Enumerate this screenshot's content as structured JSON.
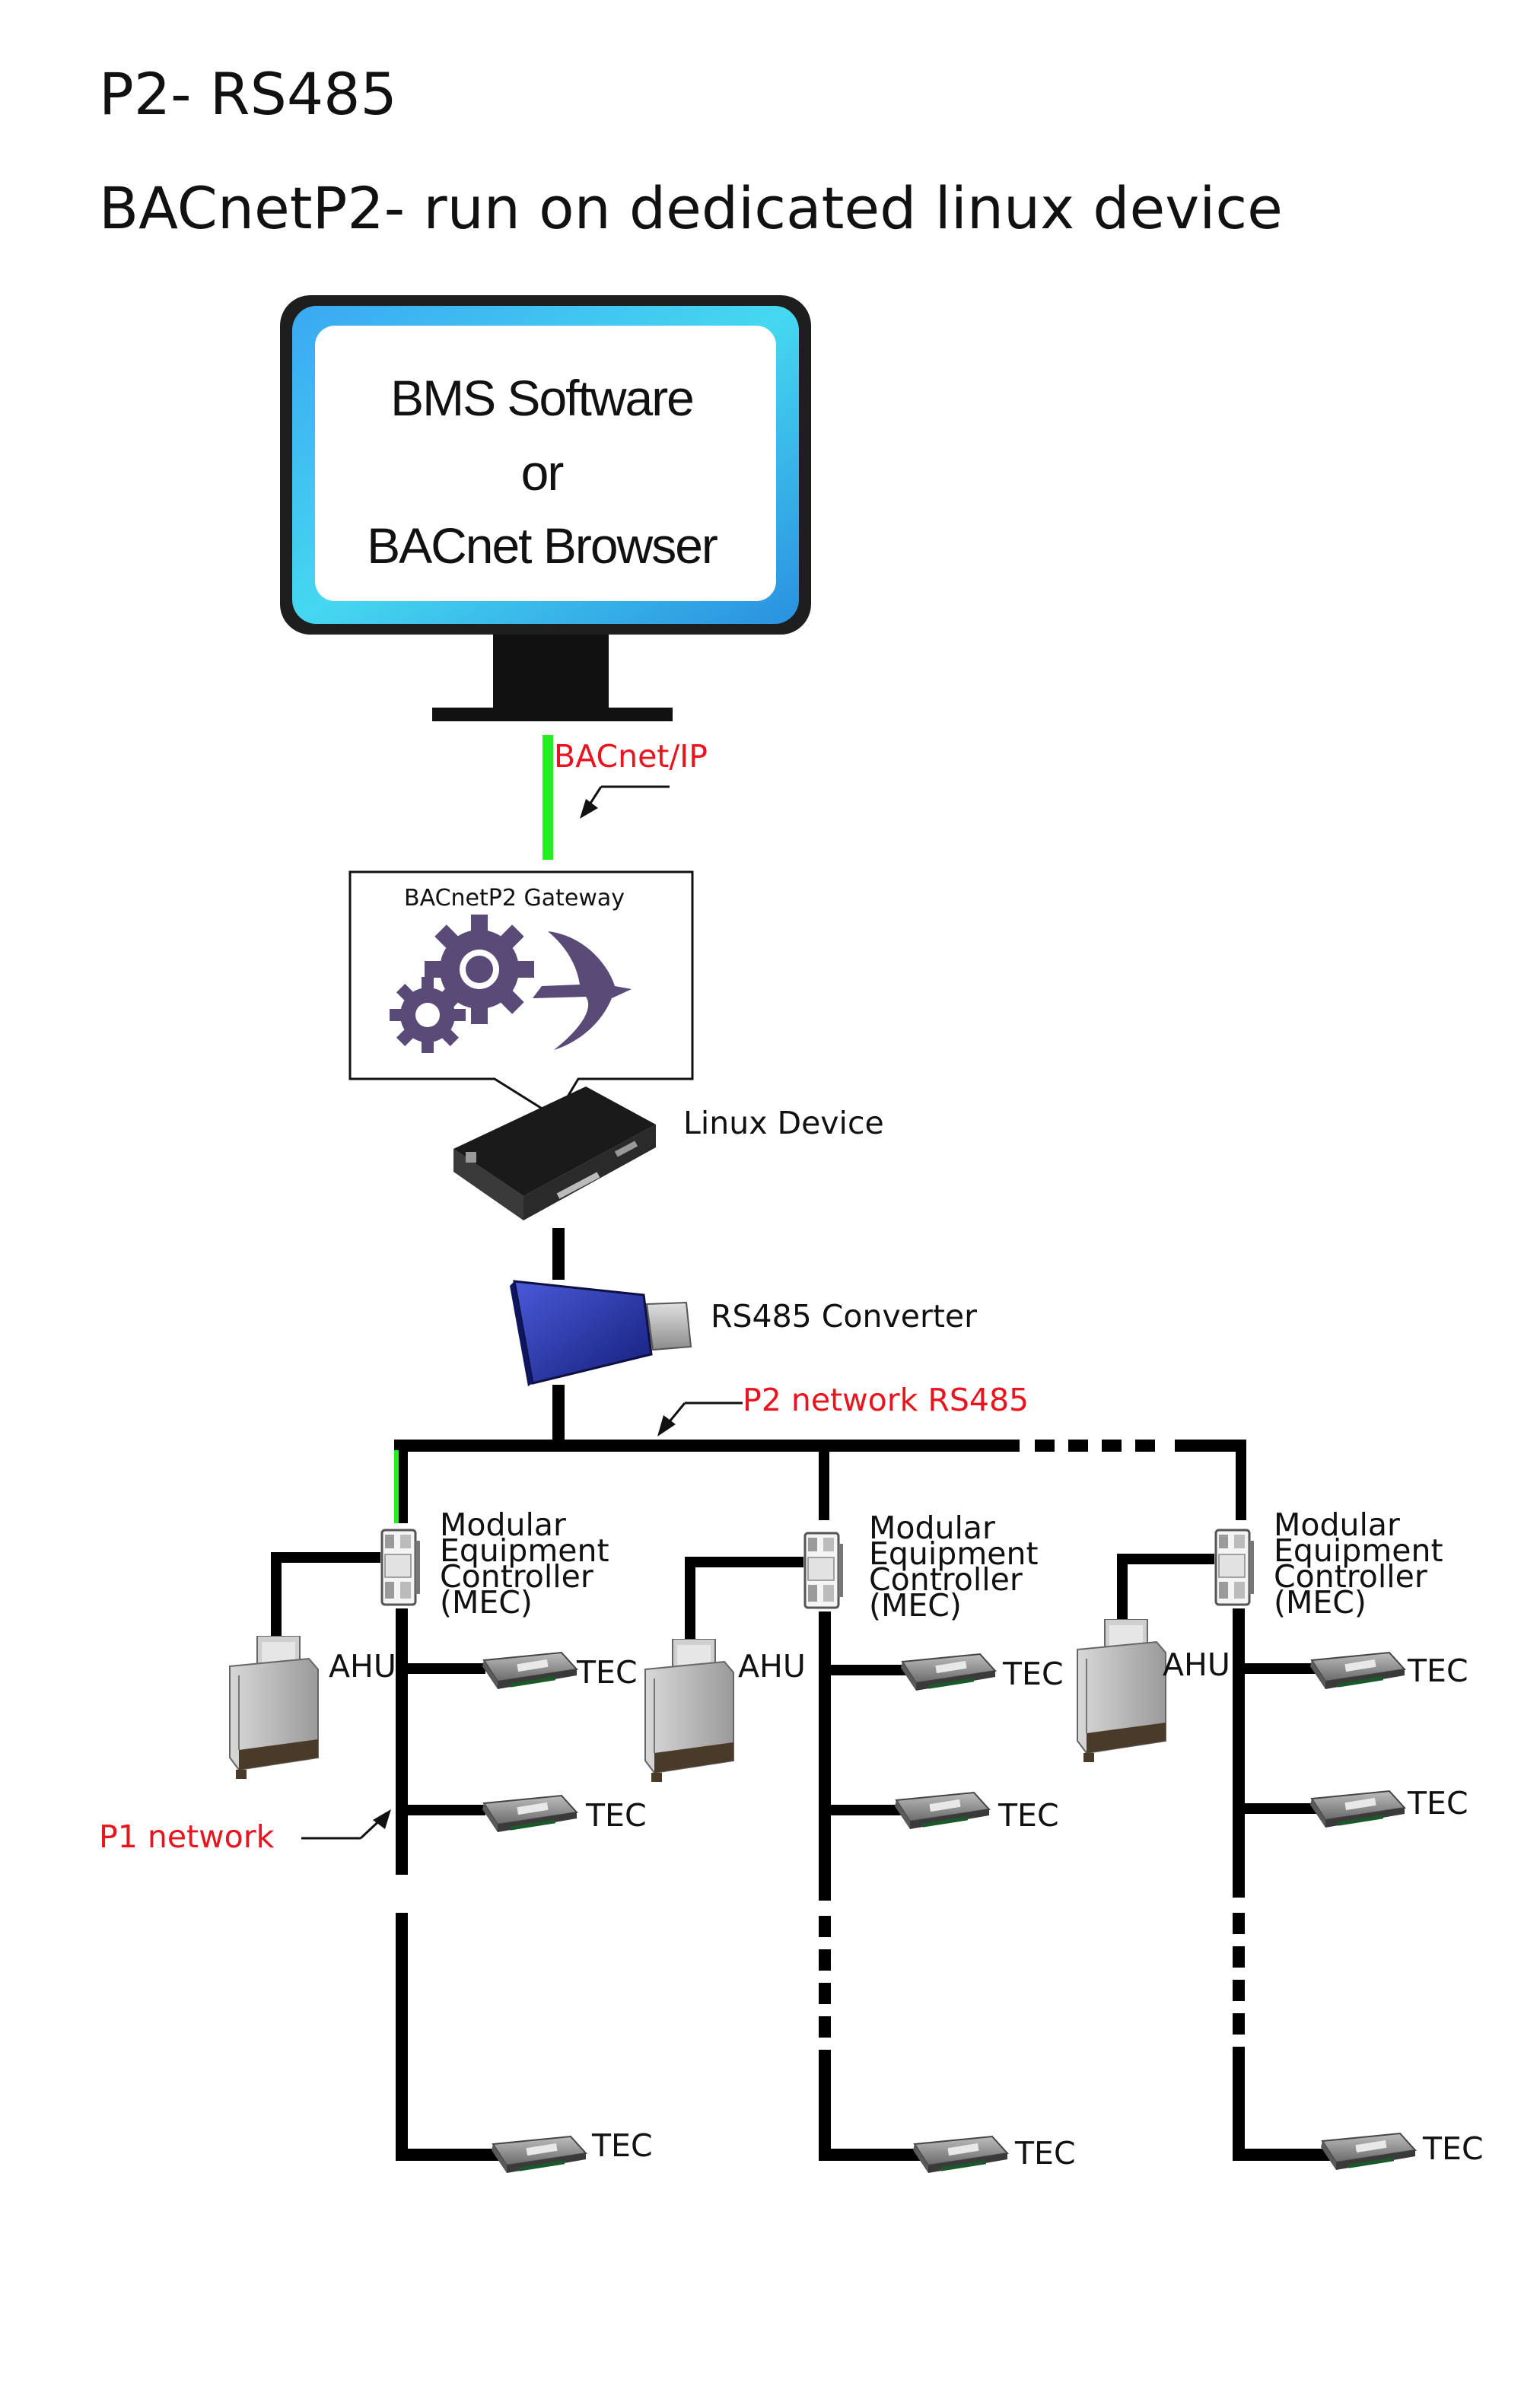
{
  "title": "P2- RS485",
  "subtitle": "BACnetP2- run on dedicated linux device",
  "monitor": {
    "line1": "BMS Software",
    "line2": "or",
    "line3": "BACnet Browser"
  },
  "links": {
    "bacnet_ip": "BACnet/IP",
    "p2_network": "P2 network RS485",
    "p1_network": "P1 network"
  },
  "gateway": {
    "label": "BACnetP2 Gateway"
  },
  "devices": {
    "linux_device": "Linux Device",
    "rs485_converter": "RS485 Converter"
  },
  "branches": [
    {
      "mec": [
        "Modular",
        "Equipment",
        "Controller",
        "(MEC)"
      ],
      "ahu": "AHU",
      "tecs": [
        "TEC",
        "TEC",
        "TEC"
      ]
    },
    {
      "mec": [
        "Modular",
        "Equipment",
        "Controller",
        "(MEC)"
      ],
      "ahu": "AHU",
      "tecs": [
        "TEC",
        "TEC",
        "TEC"
      ]
    },
    {
      "mec": [
        "Modular",
        "Equipment",
        "Controller",
        "(MEC)"
      ],
      "ahu": "AHU",
      "tecs": [
        "TEC",
        "TEC",
        "TEC"
      ]
    }
  ],
  "colors": {
    "bacnet_ip_line": "#22ee22",
    "wire": "#000000",
    "annotation": "#e8141e",
    "gear": "#5a4a78",
    "converter": "#2a3aa8",
    "screen_bezel": "#35b8f0"
  }
}
